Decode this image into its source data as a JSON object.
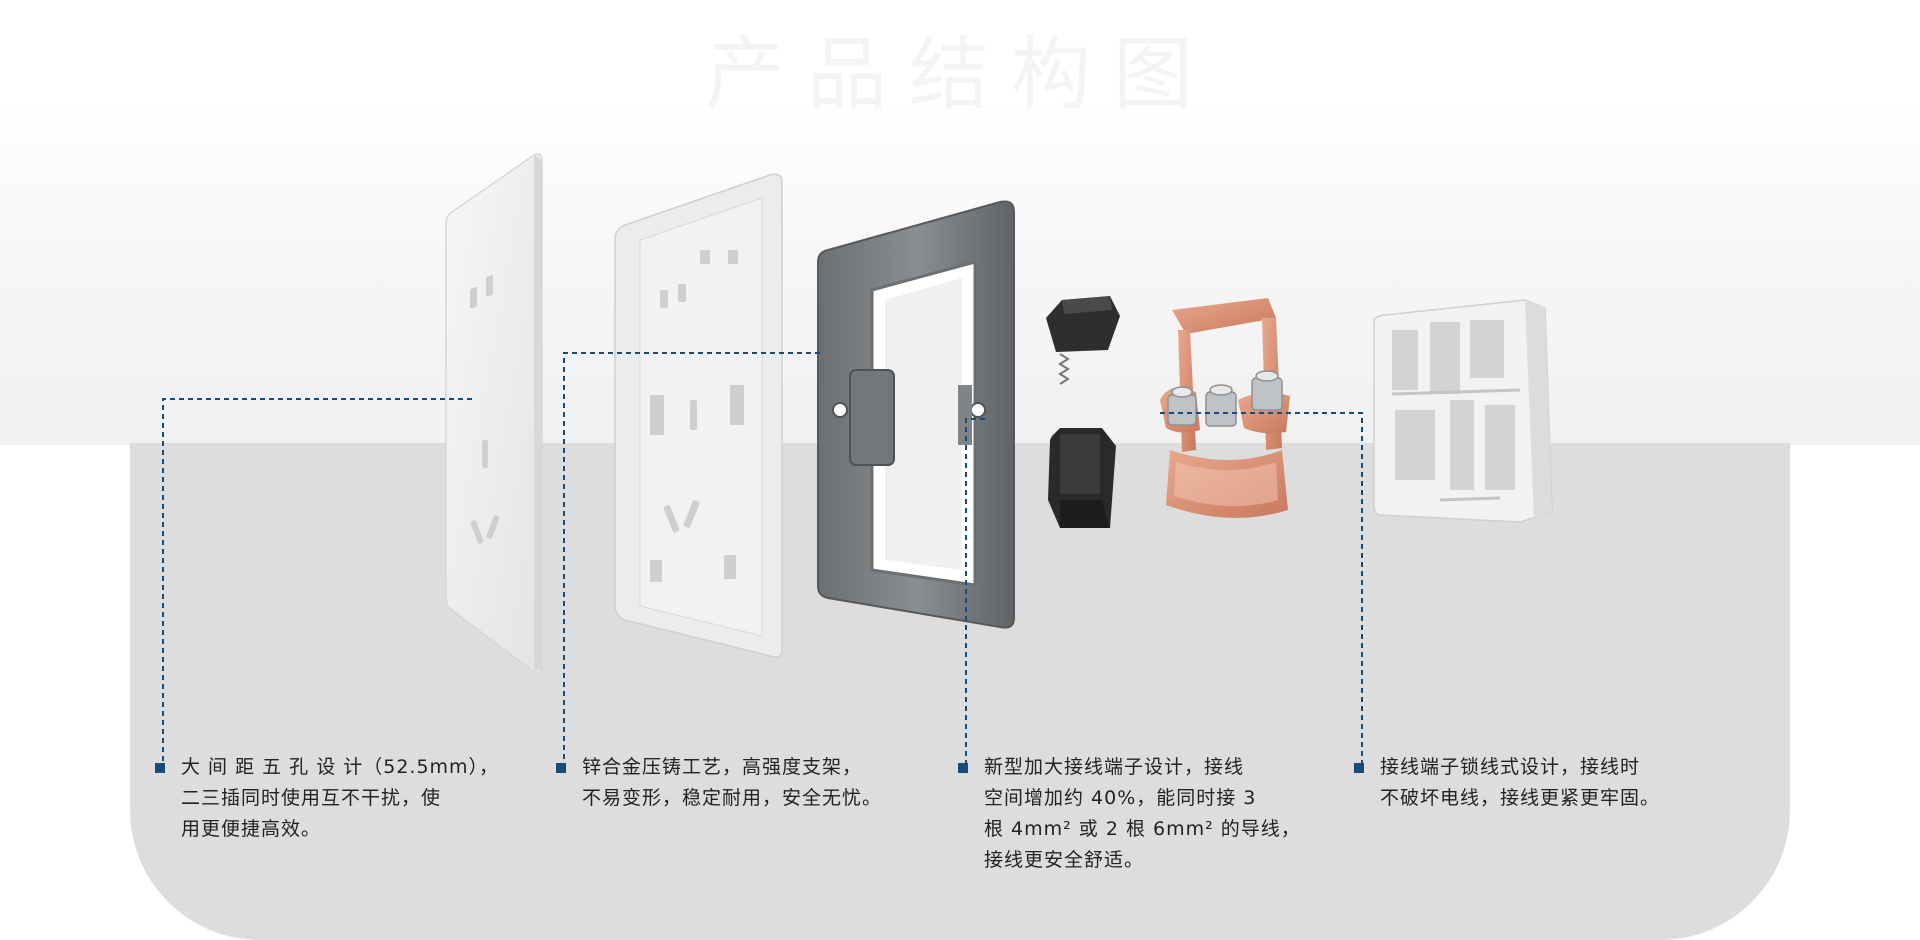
{
  "page_title": "产品结构图",
  "accent_color": "#184a7a",
  "parts": [
    {
      "name": "front-panel"
    },
    {
      "name": "inner-plate"
    },
    {
      "name": "zinc-alloy-bracket"
    },
    {
      "name": "terminal-clamp"
    },
    {
      "name": "copper-contacts"
    },
    {
      "name": "back-housing"
    }
  ],
  "callouts": [
    {
      "lines": [
        "大 间 距 五 孔 设 计（52.5mm），",
        "二三插同时使用互不干扰，使",
        "用更便捷高效。"
      ]
    },
    {
      "lines": [
        "锌合金压铸工艺，高强度支架，",
        "不易变形，稳定耐用，安全无忧。"
      ]
    },
    {
      "lines": [
        "新型加大接线端子设计，接线",
        "空间增加约 40%，能同时接 3",
        "根 4mm² 或 2 根 6mm² 的导线，",
        "接线更安全舒适。"
      ]
    },
    {
      "lines": [
        "接线端子锁线式设计，接线时",
        "不破坏电线，接线更紧更牢固。"
      ]
    }
  ]
}
